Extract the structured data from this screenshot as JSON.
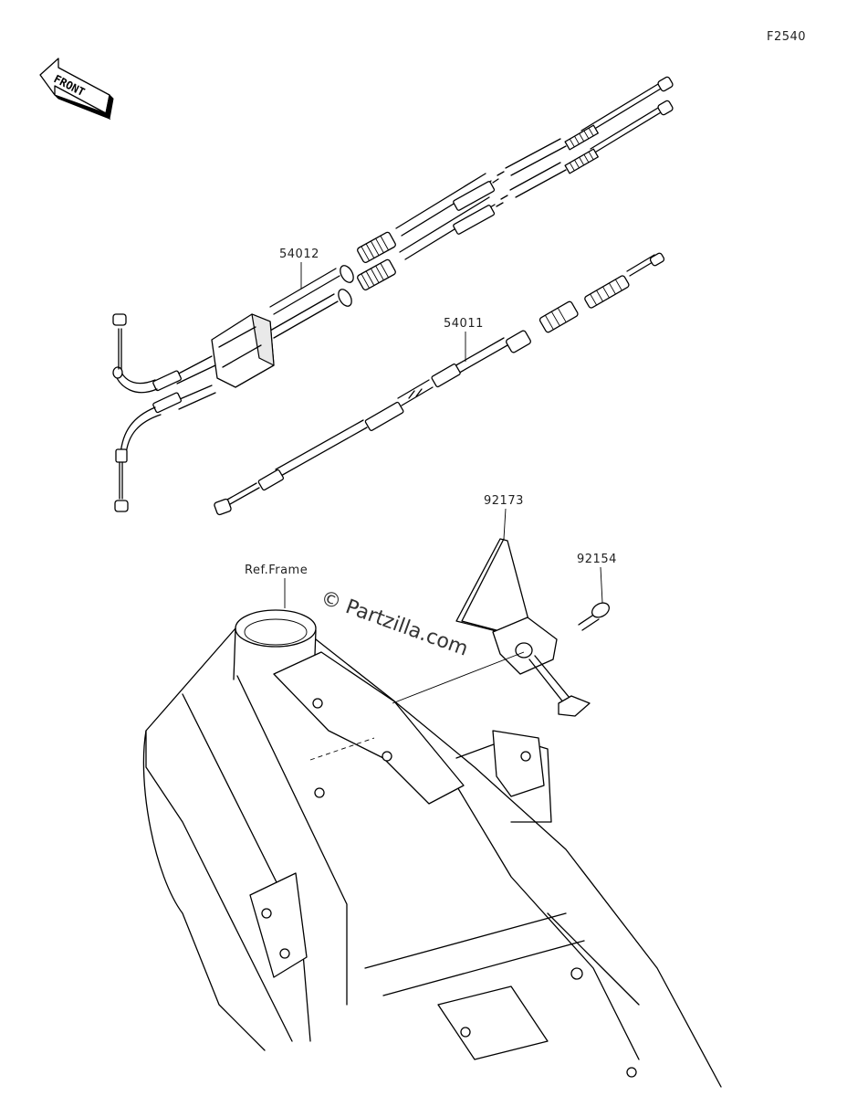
{
  "figure_code": "F2540",
  "front_indicator": {
    "label": "FRONT"
  },
  "watermark": "© Partzilla.com",
  "callouts": [
    {
      "part_number": "54012"
    },
    {
      "part_number": "54011"
    },
    {
      "part_number": "92173"
    },
    {
      "part_number": "92154"
    },
    {
      "part_number": "Ref.Frame"
    }
  ]
}
